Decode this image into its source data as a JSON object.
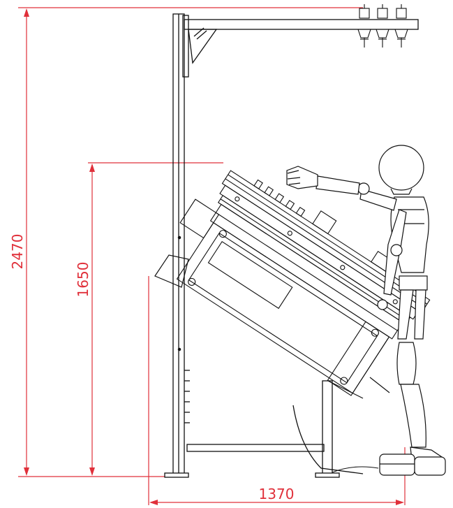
{
  "dimensions": {
    "total_height": "2470",
    "work_height": "1650",
    "depth": "1370"
  },
  "colors": {
    "dimension": "#e0303a",
    "line": "#111111",
    "background": "#ffffff"
  }
}
